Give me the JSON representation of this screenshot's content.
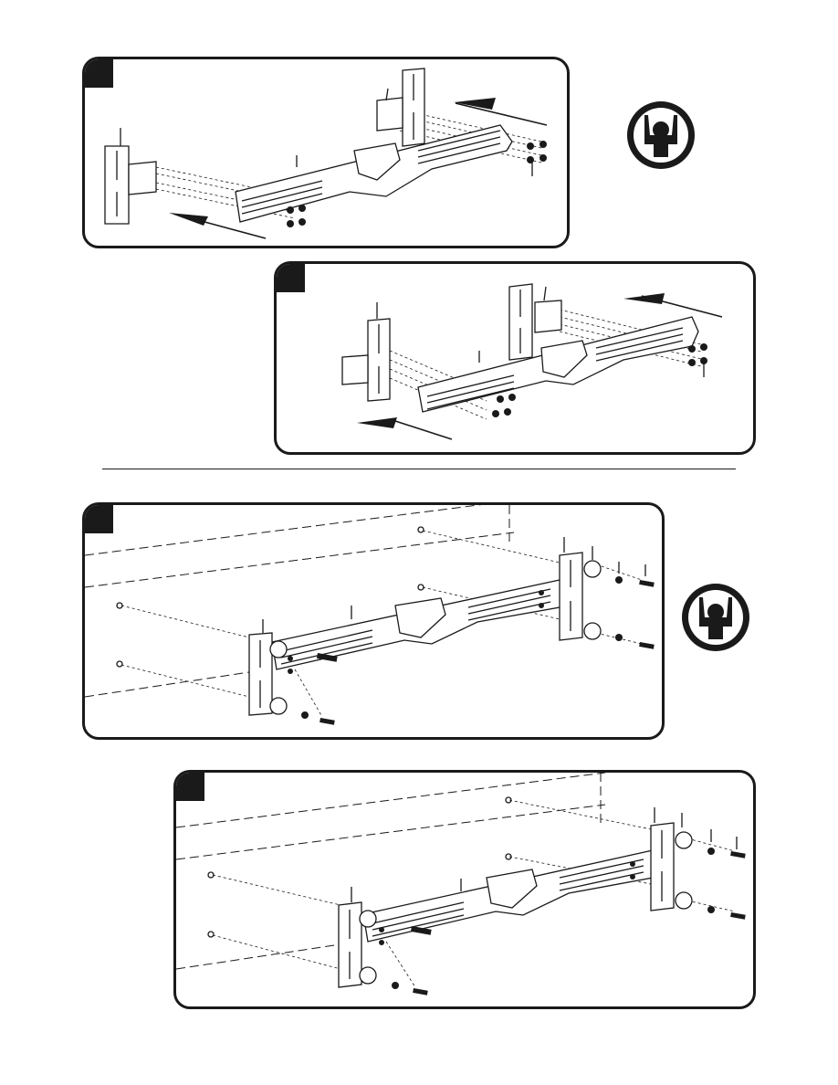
{
  "colors": {
    "ink": "#1a1a1a",
    "paper": "#ffffff",
    "plate": "#ffffff"
  },
  "icons": {
    "two_person": "two-person-required-icon"
  },
  "steps": [
    {
      "id": "step-a",
      "tab_label": ""
    },
    {
      "id": "step-b",
      "tab_label": ""
    },
    {
      "id": "step-c",
      "tab_label": ""
    },
    {
      "id": "step-d",
      "tab_label": ""
    }
  ]
}
